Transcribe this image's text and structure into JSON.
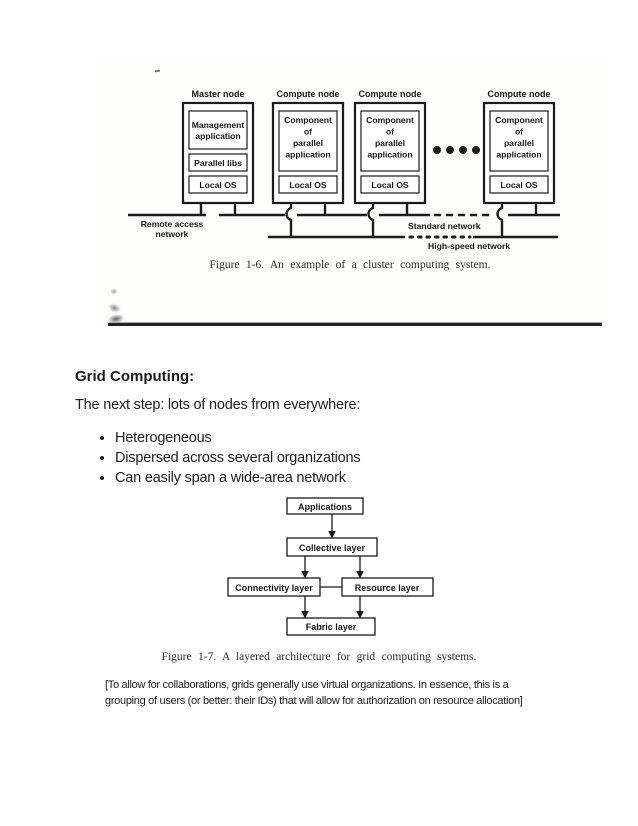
{
  "fig6": {
    "nodes": [
      {
        "label": "Master node"
      },
      {
        "label": "Compute node"
      },
      {
        "label": "Compute node"
      },
      {
        "label": "Compute node"
      }
    ],
    "master": {
      "app_line1": "Management",
      "app_line2": "application",
      "libs": "Parallel libs",
      "os": "Local OS"
    },
    "compute": {
      "app_line1": "Component",
      "app_line2": "of",
      "app_line3": "parallel",
      "app_line4": "application",
      "os": "Local OS"
    },
    "networks": {
      "remote_line1": "Remote access",
      "remote_line2": "network",
      "standard": "Standard network",
      "highspeed": "High-speed network"
    },
    "caption": "Figure 1-6. An example of a cluster computing system."
  },
  "section": {
    "heading": "Grid Computing:",
    "intro": "The next step: lots of nodes from everywhere:",
    "bullets": [
      "Heterogeneous",
      "Dispersed across several organizations",
      "Can easily span a wide-area network"
    ]
  },
  "fig7": {
    "boxes": {
      "applications": "Applications",
      "collective": "Collective layer",
      "connectivity": "Connectivity layer",
      "resource": "Resource layer",
      "fabric": "Fabric layer"
    },
    "caption": "Figure 1-7. A layered architecture for grid computing systems."
  },
  "note": {
    "line1": "[To allow for collaborations, grids generally use virtual organizations. In essence, this is a",
    "line2": "grouping of users (or better: their IDs) that will allow for authorization on resource allocation]"
  }
}
